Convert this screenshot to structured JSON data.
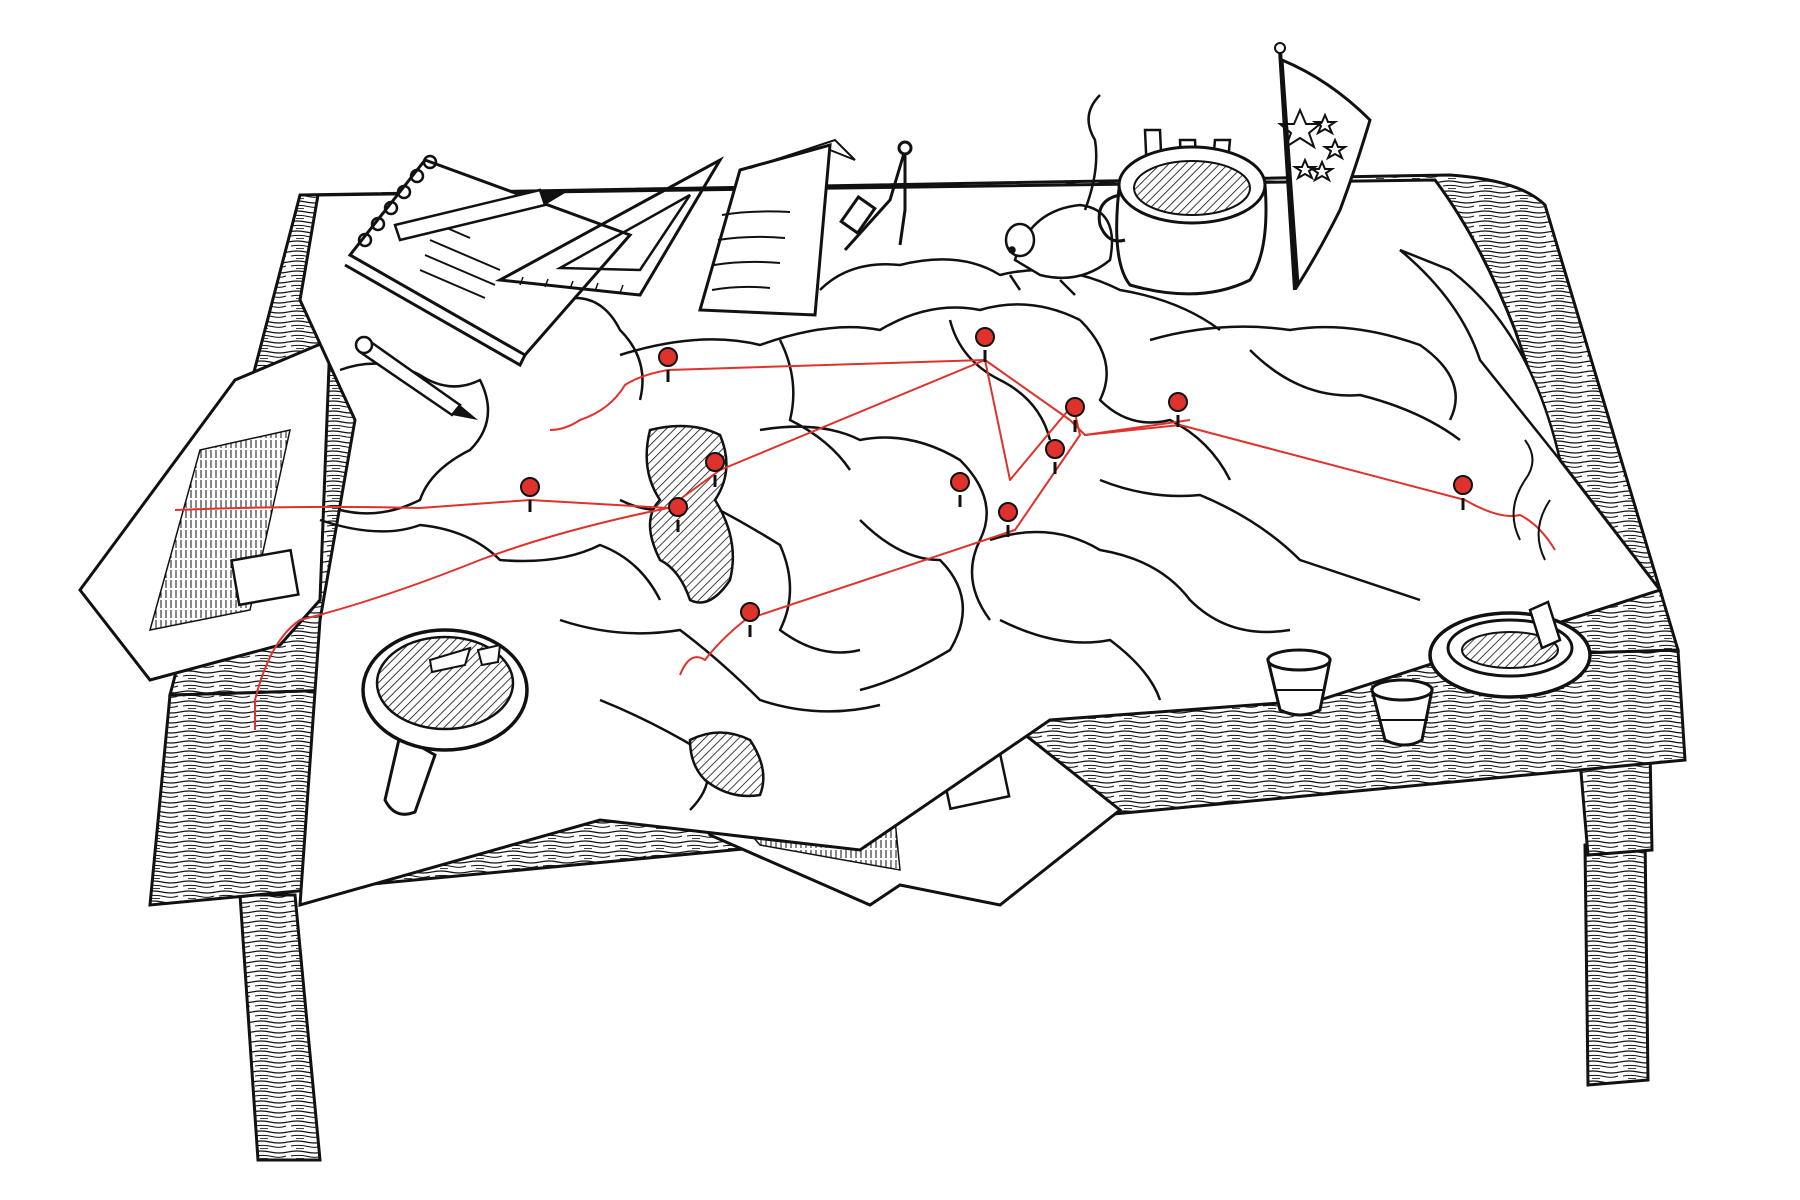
{
  "illustration": {
    "colors": {
      "ink": "#111111",
      "paper": "#ffffff",
      "string": "#e0322c",
      "pin_head": "#e0322c"
    },
    "icons": [
      "table",
      "map",
      "red-pushpin",
      "red-string",
      "notebook",
      "pencil",
      "set-square",
      "notepad",
      "compass",
      "mouse",
      "pencil-cup",
      "china-flag",
      "magnifying-glass",
      "shot-glass",
      "ashtray",
      "cigarette",
      "newspaper"
    ],
    "pin_count": 12,
    "flag_star_count": 5
  }
}
